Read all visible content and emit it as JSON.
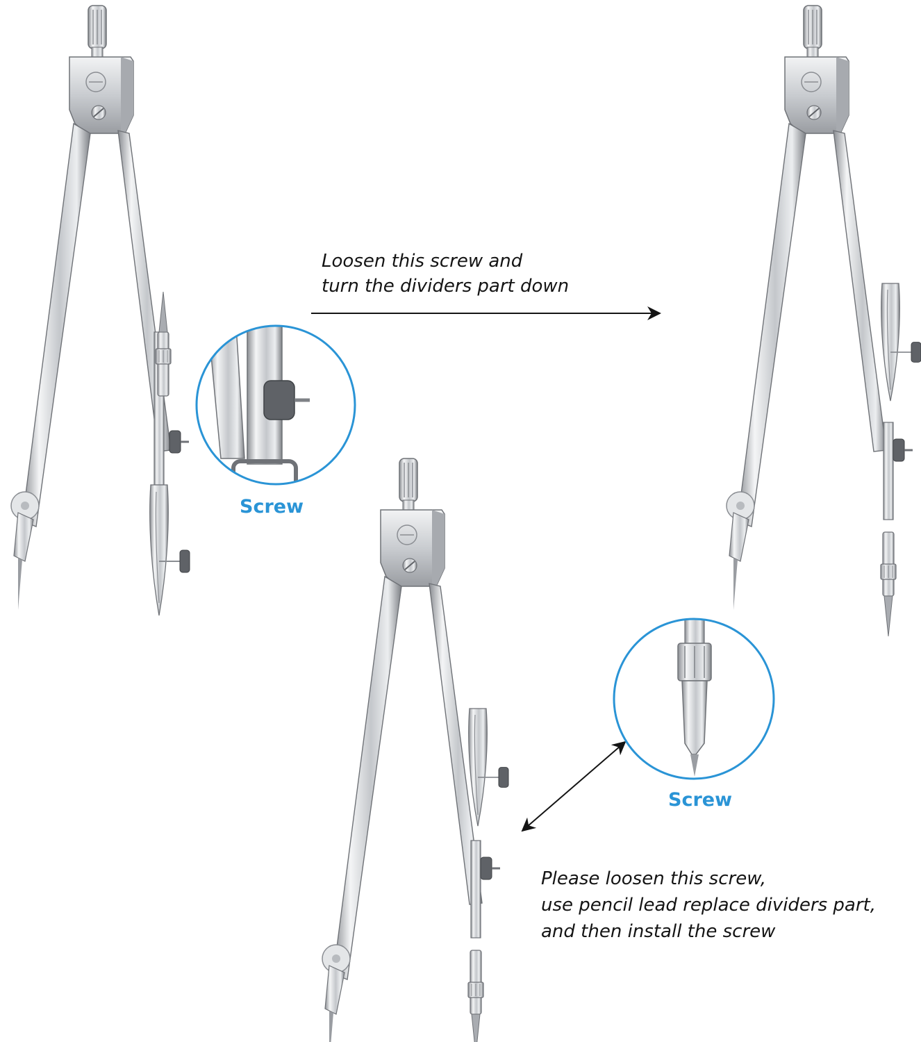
{
  "steps": {
    "step1": {
      "lines": [
        "Loosen this screw and",
        "turn the  dividers part down"
      ]
    },
    "step2": {
      "lines": [
        "Please loosen this screw,",
        "use pencil lead replace dividers part,",
        "and then install the screw"
      ]
    }
  },
  "callouts": {
    "top": {
      "label": "Screw"
    },
    "bottom": {
      "label": "Screw"
    }
  },
  "colors": {
    "accent": "#2a94d6",
    "text": "#141414",
    "metal": "#c9ccd0"
  }
}
